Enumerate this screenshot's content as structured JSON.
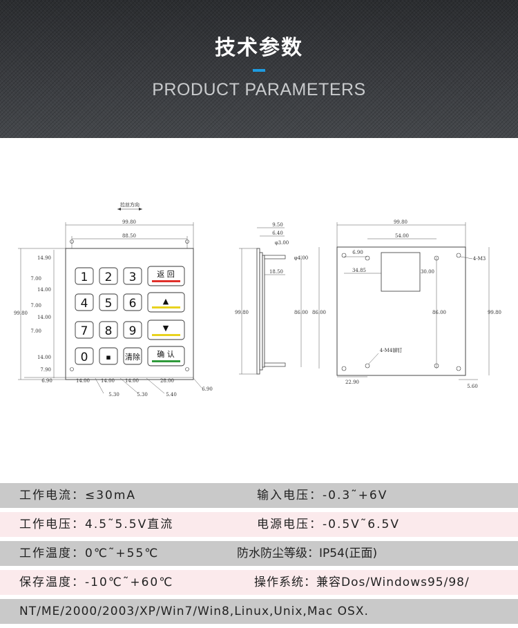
{
  "banner": {
    "title": "技术参数",
    "subtitle": "PRODUCT PARAMETERS",
    "accent_color": "#1e9be0"
  },
  "drawing": {
    "direction_label": "拉丝方向",
    "front_view": {
      "width_overall": "99.80",
      "width_inner": "88.50",
      "height_overall": "99.80",
      "left_dims": [
        "14.90",
        "7.00",
        "14.00",
        "7.00",
        "14.00",
        "7.00",
        "14.00",
        "7.90"
      ],
      "bottom_dims": [
        "6.90",
        "14.00",
        "14.00",
        "14.00",
        "28.00",
        "6.90"
      ],
      "gap_dims": [
        "5.30",
        "5.30",
        "5.40"
      ],
      "keys": [
        [
          "1",
          "2",
          "3",
          "返 回"
        ],
        [
          "4",
          "5",
          "6",
          "▲"
        ],
        [
          "7",
          "8",
          "9",
          "▼"
        ],
        [
          "0",
          "▪",
          "清除",
          "确 认"
        ]
      ],
      "function_key_bar_colors": [
        "#e0302a",
        "#e8d21e",
        "#e8d21e",
        "#2e9a3a"
      ]
    },
    "side_view": {
      "dims": [
        "9.50",
        "6.40",
        "φ3.00",
        "φ4.00",
        "18.50",
        "99.80",
        "86.00"
      ]
    },
    "back_view": {
      "width_overall": "99.80",
      "dims": [
        "54.00",
        "6.90",
        "34.85",
        "30.00",
        "86.00",
        "86.00",
        "99.80",
        "22.90",
        "5.60"
      ],
      "labels": [
        "4-M3",
        "4-M4铆钉"
      ]
    }
  },
  "specs": [
    {
      "left": "工作电流：≤30mA",
      "right": "输入电压：-0.3˜+6V"
    },
    {
      "left": "工作电压：4.5˜5.5V直流",
      "right": "电源电压：-0.5V˜6.5V"
    },
    {
      "left": "工作温度：0℃˜+55℃",
      "right": "防水防尘等级：IP54(正面)"
    },
    {
      "left": "保存温度：-10℃˜+60℃",
      "right": "操作系统：兼容Dos/Windows95/98/"
    },
    {
      "full": "NT/ME/2000/2003/XP/Win7/Win8,Linux,Unix,Mac OSX."
    }
  ]
}
